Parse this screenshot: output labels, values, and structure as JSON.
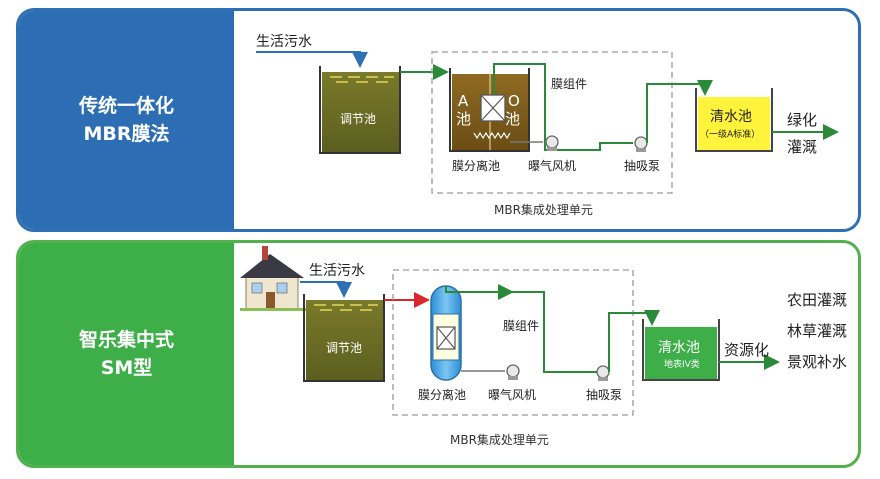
{
  "top": {
    "title_line1": "传统一体化",
    "title_line2": "MBR膜法",
    "inlet": "生活污水",
    "regulating_tank": "调节池",
    "membrane_tank": "膜分离池",
    "a_label": "A",
    "o_label": "O",
    "pool_left": "池",
    "pool_right": "池",
    "module": "膜组件",
    "blower": "曝气风机",
    "pump": "抽吸泵",
    "clear_tank": "清水池",
    "clear_standard": "（一级A标准）",
    "out_1": "绿化",
    "out_2": "灌溉",
    "unit_label": "MBR集成处理单元",
    "colors": {
      "border": "#2f6fb3",
      "side": "#2d6db3"
    }
  },
  "bottom": {
    "title_line1": "智乐集中式",
    "title_line2": "SM型",
    "inlet": "生活污水",
    "regulating_tank": "调节池",
    "membrane_tank": "膜分离池",
    "module": "膜组件",
    "blower": "曝气风机",
    "pump": "抽吸泵",
    "clear_tank": "清水池",
    "clear_standard": "地表IV类",
    "reuse": "资源化",
    "out_1": "农田灌溉",
    "out_2": "林草灌溉",
    "out_3": "景观补水",
    "unit_label": "MBR集成处理单元",
    "colors": {
      "border": "#52b04d",
      "side": "#3eae49"
    }
  }
}
